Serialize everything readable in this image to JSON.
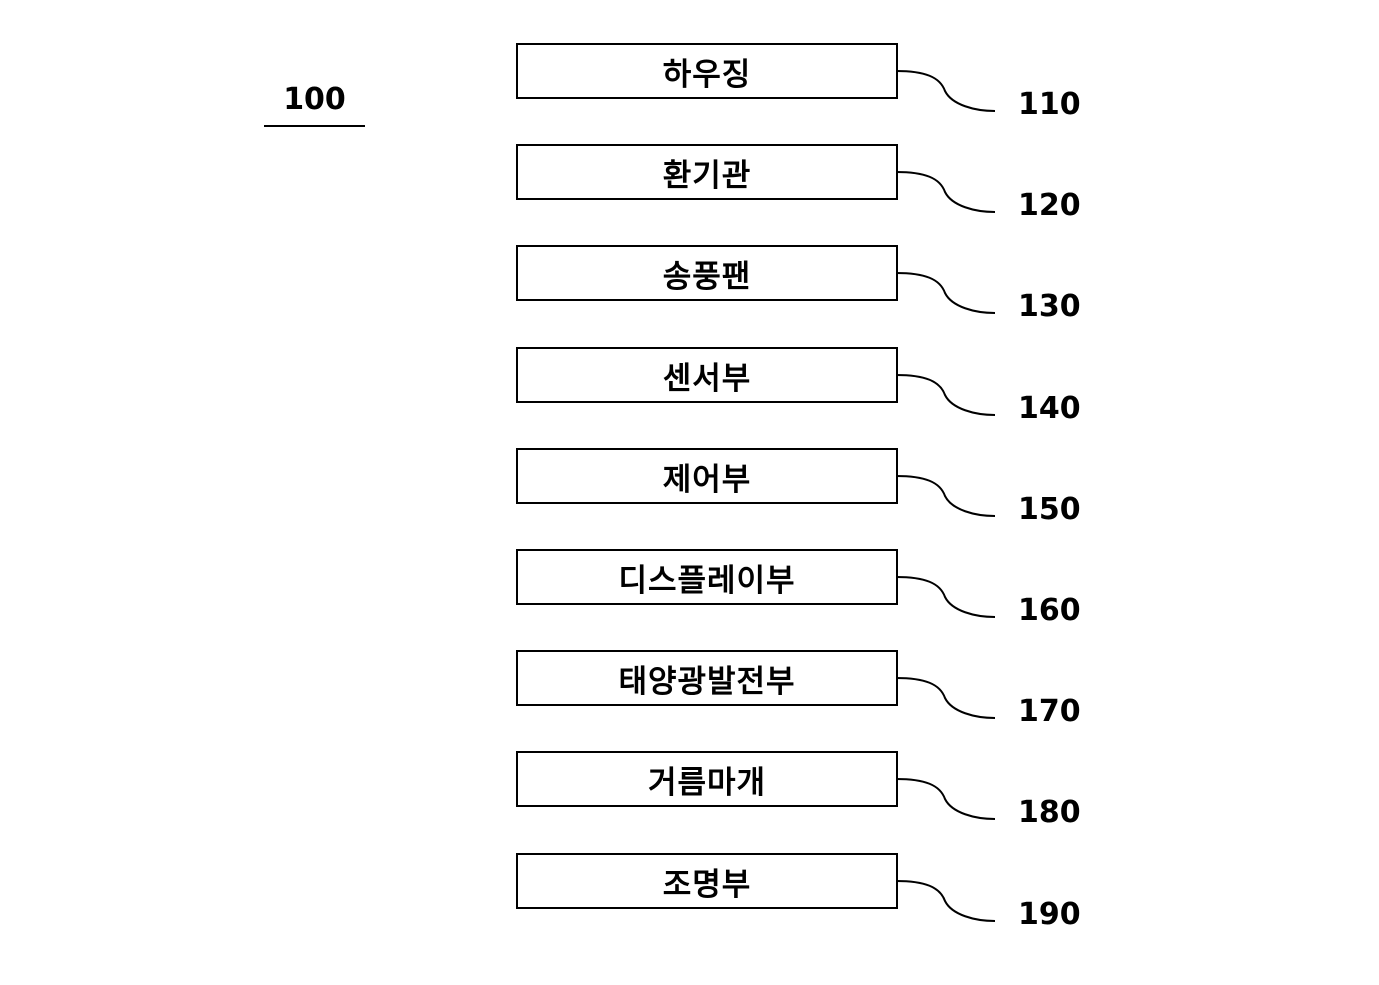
{
  "figure": {
    "reference": "100",
    "components": [
      {
        "label": "하우징",
        "number": "110"
      },
      {
        "label": "환기관",
        "number": "120"
      },
      {
        "label": "송풍팬",
        "number": "130"
      },
      {
        "label": "센서부",
        "number": "140"
      },
      {
        "label": "제어부",
        "number": "150"
      },
      {
        "label": "디스플레이부",
        "number": "160"
      },
      {
        "label": "태양광발전부",
        "number": "170"
      },
      {
        "label": "거름마개",
        "number": "180"
      },
      {
        "label": "조명부",
        "number": "190"
      }
    ]
  }
}
